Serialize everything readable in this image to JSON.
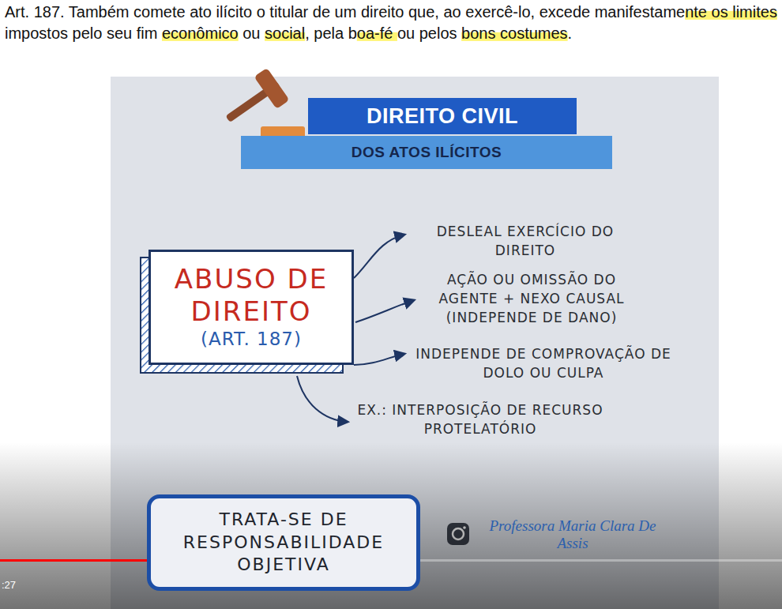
{
  "diagram": {
    "nodes": [
      {
        "text": [
          "DIREITO CIVIL"
        ]
      },
      {
        "text": [
          "DOS ATOS ILÍCITOS"
        ]
      },
      {
        "text": [
          "ABUSO DE DIREITO",
          "(ART. 187)"
        ]
      },
      {
        "text": [
          "TRATA-SE DE RESPONSABILIDADE OBJETIVA"
        ]
      }
    ],
    "labels": [
      "Art. 187. Também comete ato ilícito o titular de um direito que, ao exercê-lo, excede manifestamente os limites impostos pelo seu fim econômico ou social, pela boa-fé ou pelos bons costumes.",
      "DESLEAL EXERCÍCIO DO DIREITO",
      "AÇÃO OU OMISSÃO DO AGENTE + NEXO CAUSAL (INDEPENDE DE DANO)",
      "INDEPENDE DE COMPROVAÇÃO DE DOLO OU CULPA",
      "EX.: INTERPOSIÇÃO DE RECURSO PROTELATÓRIO",
      "Professora Maria Clara De Assis",
      ":27"
    ]
  }
}
